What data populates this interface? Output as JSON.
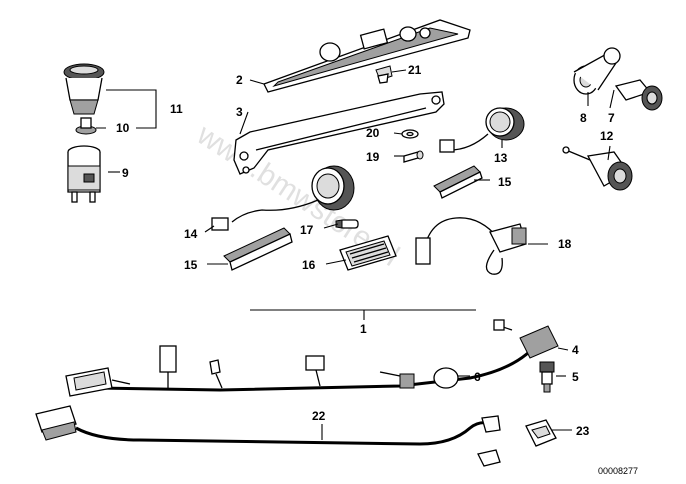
{
  "watermark": "www.bmwstore.pl",
  "reference_number": "00008277",
  "callouts": {
    "c1": "1",
    "c2": "2",
    "c3": "3",
    "c4": "4",
    "c5": "5",
    "c6": "6",
    "c7": "7",
    "c8": "8",
    "c9": "9",
    "c10": "10",
    "c11": "11",
    "c12": "12",
    "c13": "13",
    "c14": "14",
    "c15a": "15",
    "c15b": "15",
    "c16": "16",
    "c17": "17",
    "c18": "18",
    "c19": "19",
    "c20": "20",
    "c21": "21",
    "c22": "22",
    "c23": "23"
  }
}
